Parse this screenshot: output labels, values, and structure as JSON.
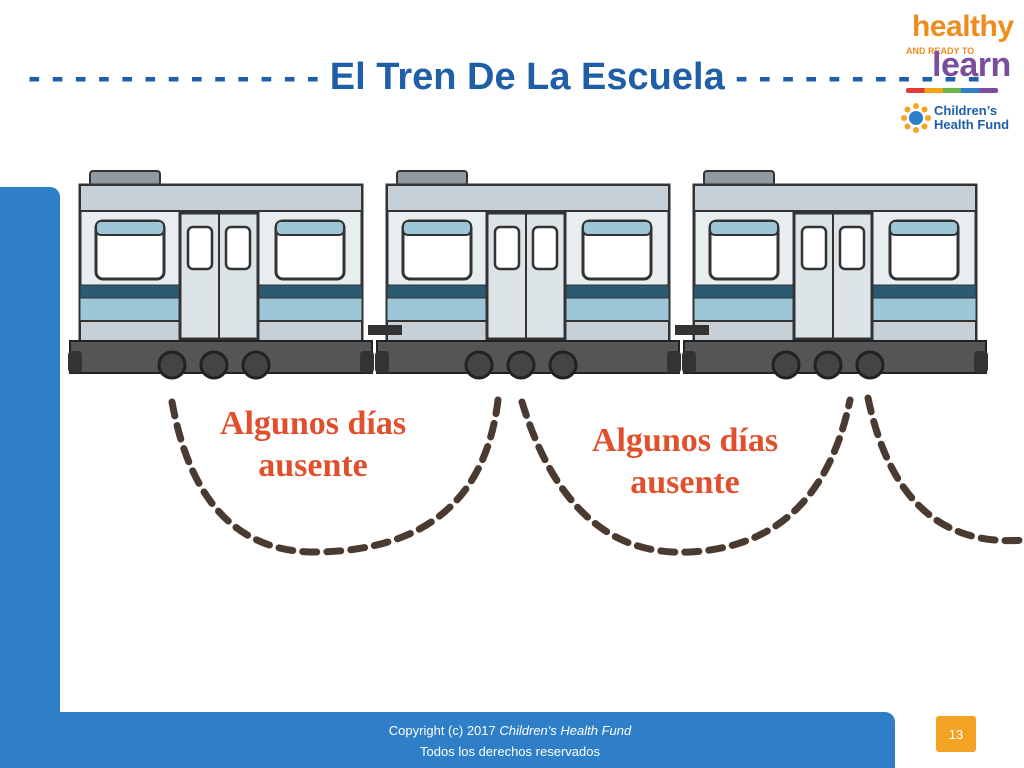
{
  "slide": {
    "title": "- - - - - - - - - - - - - El Tren De La Escuela - - - - - - - - - - -",
    "labels": [
      "Algunos días ausente",
      "Algunos días ausente"
    ],
    "footer": {
      "copyright_prefix": "Copyright (c) 2017 ",
      "copyright_org": "Children's Health Fund",
      "rights": "Todos los derechos reservados"
    },
    "page_number": "13"
  },
  "logo": {
    "healthy": "healthy",
    "ready": "AND READY TO",
    "learn": "learn",
    "chf_line1": "Children’s",
    "chf_line2": "Health Fund"
  },
  "colors": {
    "accent_blue": "#2e7fc8",
    "title_blue": "#1f5fa8",
    "label_orange": "#e0502c",
    "page_badge": "#f4a325",
    "dash_brown": "#4a3a30"
  },
  "train": {
    "cars": 3
  }
}
